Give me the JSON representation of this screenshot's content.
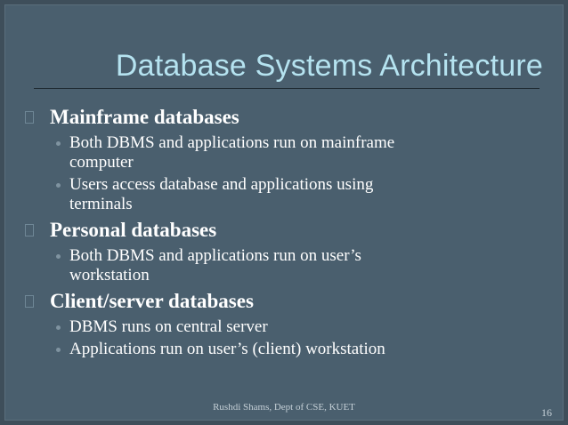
{
  "slide": {
    "title": "Database Systems Architecture",
    "sections": [
      {
        "heading": "Mainframe databases",
        "bullets": [
          [
            "Both DBMS and applications run on mainframe",
            "computer"
          ],
          [
            "Users access database and applications using",
            "terminals"
          ]
        ]
      },
      {
        "heading": "Personal databases",
        "bullets": [
          [
            "Both DBMS and applications run on user’s",
            "workstation"
          ]
        ]
      },
      {
        "heading": "Client/server databases",
        "bullets": [
          [
            "DBMS runs on central server"
          ],
          [
            "Applications run on user’s (client) workstation"
          ]
        ]
      }
    ],
    "footer": "Rushdi Shams, Dept of CSE, KUET",
    "page_number": "16"
  },
  "icons": {
    "section_marker": "square-outline-bullet-icon",
    "bullet": "dot-bullet-icon"
  },
  "colors": {
    "background": "#4a5f6e",
    "title": "#b5e3f0",
    "text": "#ffffff"
  }
}
